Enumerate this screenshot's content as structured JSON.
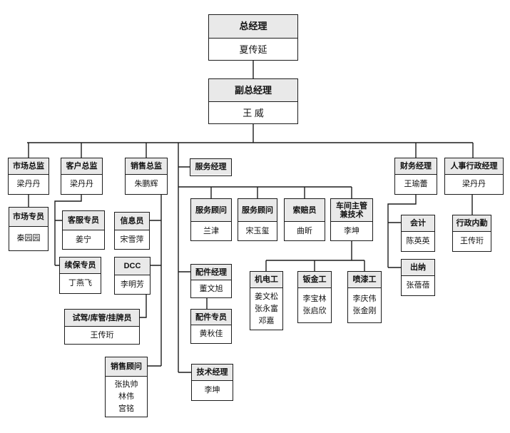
{
  "diagram": {
    "type": "org-chart",
    "background_color": "#ffffff",
    "box_header_color": "#e9e9e9",
    "box_body_color": "#ffffff",
    "line_color": "#1c1c1c"
  },
  "nodes": {
    "gm": {
      "title": "总经理",
      "names": [
        "夏传延"
      ]
    },
    "deputy_gm": {
      "title": "副总经理",
      "names": [
        "王 威"
      ]
    },
    "marketing_director": {
      "title": "市场总监",
      "names": [
        "梁丹丹"
      ]
    },
    "customer_director": {
      "title": "客户总监",
      "names": [
        "梁丹丹"
      ]
    },
    "sales_director": {
      "title": "销售总监",
      "names": [
        "朱鹏辉"
      ]
    },
    "service_manager": {
      "title": "服务经理",
      "names": []
    },
    "finance_manager": {
      "title": "财务经理",
      "names": [
        "王瑜蕾"
      ]
    },
    "hr_admin_manager": {
      "title": "人事行政经理",
      "names": [
        "梁丹丹"
      ]
    },
    "marketing_specialist": {
      "title": "市场专员",
      "names": [
        "秦园园"
      ]
    },
    "cs_specialist": {
      "title": "客服专员",
      "names": [
        "姜宁"
      ]
    },
    "renewal_specialist": {
      "title": "续保专员",
      "names": [
        "丁燕飞"
      ]
    },
    "info_clerk": {
      "title": "信息员",
      "names": [
        "宋雪萍"
      ]
    },
    "dcc": {
      "title": "DCC",
      "names": [
        "李明芳"
      ]
    },
    "test_drive_clerk": {
      "title": "试驾/库管/挂牌员",
      "names": [
        "王传珩"
      ]
    },
    "sales_consultant": {
      "title": "销售顾问",
      "names": [
        "张执帅",
        "林伟",
        "宫铭"
      ]
    },
    "service_advisor_1": {
      "title": "服务顾问",
      "names": [
        "兰津"
      ]
    },
    "service_advisor_2": {
      "title": "服务顾问",
      "names": [
        "宋玉玺"
      ]
    },
    "claims_clerk": {
      "title": "索赔员",
      "names": [
        "曲昕"
      ]
    },
    "workshop_supervisor": {
      "title": "车间主管\n兼技术",
      "names": [
        "李坤"
      ]
    },
    "parts_manager": {
      "title": "配件经理",
      "names": [
        "董文旭"
      ]
    },
    "parts_specialist": {
      "title": "配件专员",
      "names": [
        "黄秋佳"
      ]
    },
    "tech_manager": {
      "title": "技术经理",
      "names": [
        "李坤"
      ]
    },
    "mechanic": {
      "title": "机电工",
      "names": [
        "姜文松",
        "张永富",
        "邓嘉"
      ]
    },
    "sheet_metal": {
      "title": "钣金工",
      "names": [
        "李宝林",
        "张启欣"
      ]
    },
    "painter": {
      "title": "喷漆工",
      "names": [
        "李庆伟",
        "张金刚"
      ]
    },
    "accountant": {
      "title": "会计",
      "names": [
        "陈英英"
      ]
    },
    "cashier": {
      "title": "出纳",
      "names": [
        "张蓓蓓"
      ]
    },
    "admin_clerk": {
      "title": "行政内勤",
      "names": [
        "王传珩"
      ]
    }
  }
}
